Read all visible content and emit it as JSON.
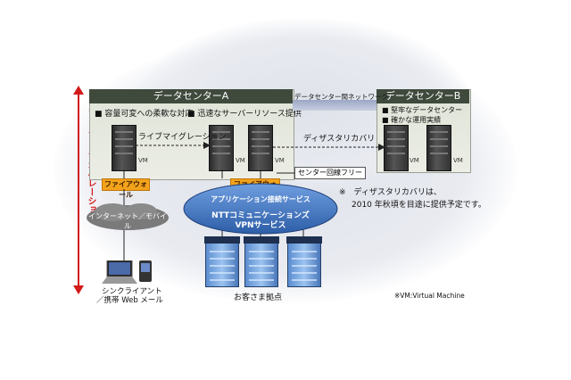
{
  "left_label": "ワンストップオペレーション",
  "dc_a": {
    "title": "データセンターA",
    "bullets": [
      "■ 容量可変への柔軟な対応",
      "■ 迅速なサーバーリソース提供"
    ]
  },
  "dc_b": {
    "title": "データセンターB",
    "bullets": [
      "■ 堅牢なデータセンター",
      "■ 確かな運用実績"
    ]
  },
  "inter_dc_network": "データセンター間ネットワーク",
  "live_migration": "ライブマイグレーション",
  "disaster_recovery": "ディザスタリカバリ",
  "vm_label": "VM",
  "firewall_label": "ファイアウォール",
  "center_line_free": "センター回線フリー",
  "note_line1": "※　ディザスタリカバリは、",
  "note_line2": "2010 年秋頃を目途に提供予定です。",
  "app_service": "アプリケーション接続サービス",
  "ntt_vpn_line1": "NTTコミュニケーションズ",
  "ntt_vpn_line2": "VPNサービス",
  "internet_mobile": "インターネット／モバイル",
  "client_line1": "シンクライアント",
  "client_line2": "／携帯 Web メール",
  "customer_sites": "お客さま拠点",
  "vm_footnote": "※VM:Virtual Machine",
  "colors": {
    "firewall": "#f2a31b",
    "arrow": "#d21a1a",
    "dc_title": "#3f4a3d",
    "vpn": "#3b6fb6"
  }
}
